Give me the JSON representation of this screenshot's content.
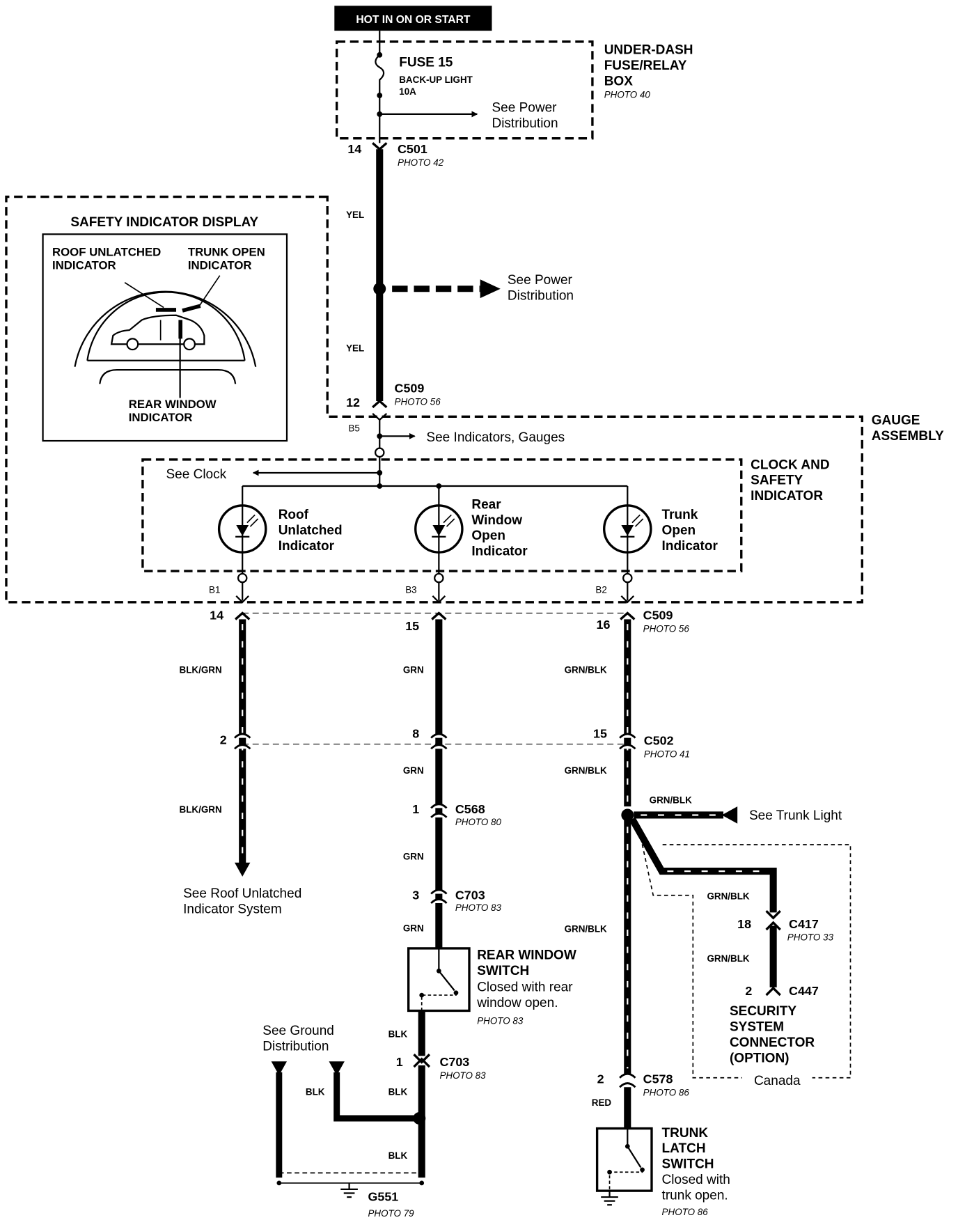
{
  "header": {
    "power_label": "HOT IN ON OR START"
  },
  "fuse_box": {
    "title_line1": "UNDER-DASH",
    "title_line2": "FUSE/RELAY",
    "title_line3": "BOX",
    "photo": "PHOTO 40",
    "fuse_name": "FUSE 15",
    "fuse_desc": "BACK-UP LIGHT",
    "fuse_rating": "10A",
    "see_line1": "See Power",
    "see_line2": "Distribution"
  },
  "c501": {
    "pin": "14",
    "name": "C501",
    "photo": "PHOTO 42"
  },
  "yel_wire": {
    "color_top": "YEL",
    "color_bottom": "YEL"
  },
  "power_splice": {
    "see_line1": "See Power",
    "see_line2": "Distribution"
  },
  "c509_top": {
    "pin": "12",
    "name": "C509",
    "photo": "PHOTO 56"
  },
  "gauge_assembly": {
    "title_line1": "GAUGE",
    "title_line2": "ASSEMBLY",
    "b5": "B5",
    "see_indicators": "See Indicators, Gauges"
  },
  "safety_display": {
    "title": "SAFETY INDICATOR DISPLAY",
    "roof_line1": "ROOF UNLATCHED",
    "roof_line2": "INDICATOR",
    "trunk_line1": "TRUNK OPEN",
    "trunk_line2": "INDICATOR",
    "rear_line1": "REAR WINDOW",
    "rear_line2": "INDICATOR"
  },
  "clock_box": {
    "title_line1": "CLOCK AND",
    "title_line2": "SAFETY",
    "title_line3": "INDICATOR",
    "see_clock": "See Clock",
    "roof": [
      "Roof",
      "Unlatched",
      "Indicator"
    ],
    "rear": [
      "Rear",
      "Window",
      "Open",
      "Indicator"
    ],
    "trunk": [
      "Trunk",
      "Open",
      "Indicator"
    ],
    "b1": "B1",
    "b3": "B3",
    "b2": "B2"
  },
  "c509_bottom": {
    "pin_left": "14",
    "pin_mid": "15",
    "pin_right": "16",
    "name": "C509",
    "photo": "PHOTO 56"
  },
  "wires": {
    "left_color": "BLK/GRN",
    "mid_color": "GRN",
    "right_color": "GRN/BLK",
    "left_color2": "BLK/GRN",
    "mid_color2": "GRN",
    "right_color2": "GRN/BLK",
    "mid_color3": "GRN",
    "mid_color4": "GRN",
    "right_color3": "GRN/BLK",
    "right_color4": "RED"
  },
  "c502": {
    "pin_left": "2",
    "pin_mid": "8",
    "pin_right": "15",
    "name": "C502",
    "photo": "PHOTO 41"
  },
  "roof_system": {
    "line1": "See Roof Unlatched",
    "line2": "Indicator System"
  },
  "c568": {
    "pin": "1",
    "name": "C568",
    "photo": "PHOTO 80"
  },
  "c703_top": {
    "pin": "3",
    "name": "C703",
    "photo": "PHOTO 83"
  },
  "rear_switch": {
    "title_line1": "REAR WINDOW",
    "title_line2": "SWITCH",
    "desc_line1": "Closed with rear",
    "desc_line2": "window open.",
    "photo": "PHOTO 83"
  },
  "c703_bottom": {
    "pin": "1",
    "name": "C703",
    "photo": "PHOTO 83",
    "blk_top": "BLK"
  },
  "ground": {
    "see_line1": "See Ground",
    "see_line2": "Distribution",
    "blk_left": "BLK",
    "blk_mid": "BLK",
    "blk_bottom": "BLK",
    "name": "G551",
    "photo": "PHOTO 79"
  },
  "trunk_light": {
    "wire_color": "GRN/BLK",
    "label": "See Trunk Light"
  },
  "security": {
    "wire1": "GRN/BLK",
    "wire2": "GRN/BLK",
    "c417_pin": "18",
    "c417_name": "C417",
    "c417_photo": "PHOTO 33",
    "c447_pin": "2",
    "c447_name": "C447",
    "line1": "SECURITY",
    "line2": "SYSTEM",
    "line3": "CONNECTOR",
    "line4": "(OPTION)",
    "canada": "Canada"
  },
  "c578": {
    "pin": "2",
    "name": "C578",
    "photo": "PHOTO 86"
  },
  "trunk_switch": {
    "title_line1": "TRUNK",
    "title_line2": "LATCH",
    "title_line3": "SWITCH",
    "desc_line1": "Closed with",
    "desc_line2": "trunk open.",
    "photo": "PHOTO 86"
  }
}
